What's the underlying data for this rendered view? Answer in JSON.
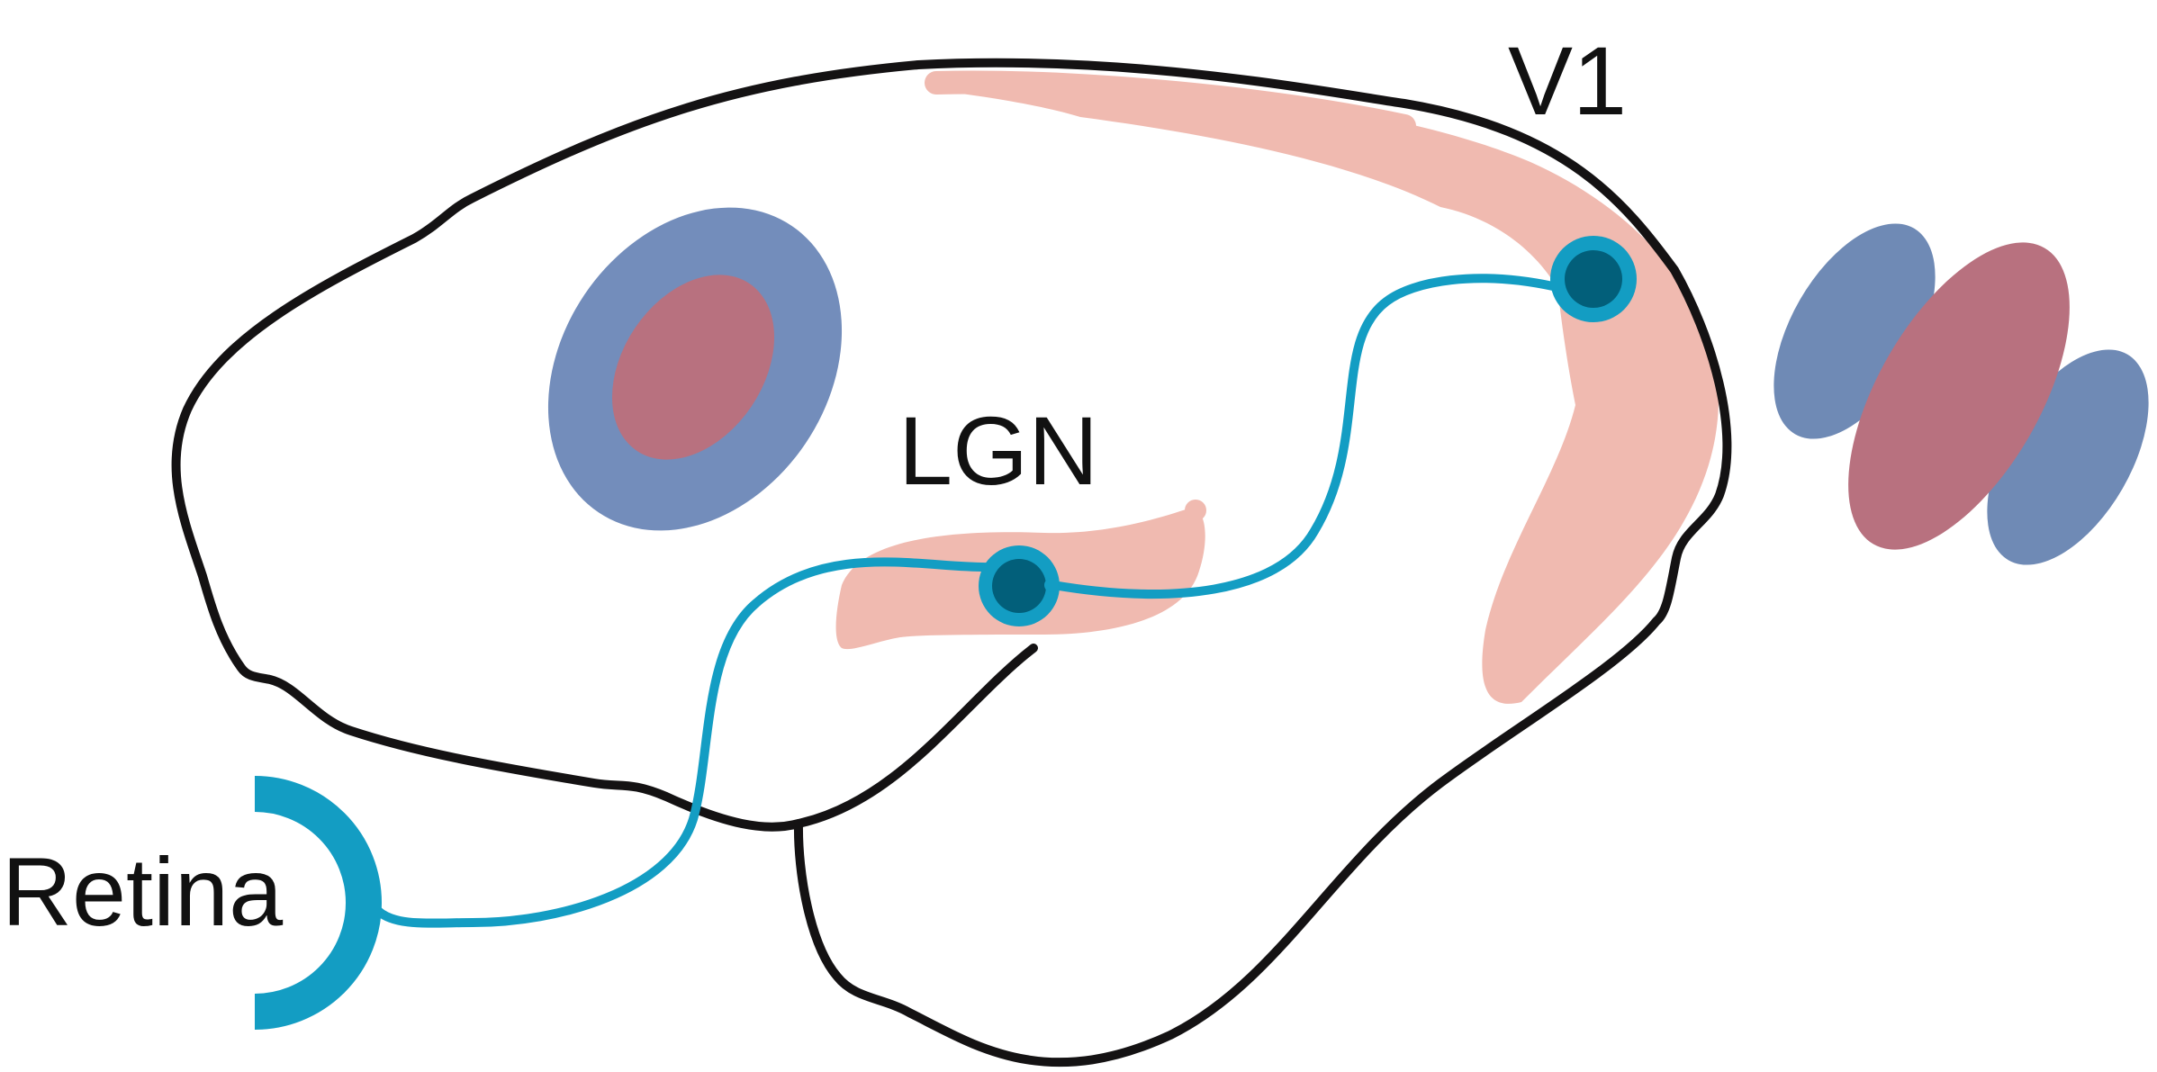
{
  "labels": {
    "v1": "V1",
    "lgn": "LGN",
    "retina": "Retina"
  },
  "colors": {
    "outline": "#141213",
    "pathway": "#139dc3",
    "neuron_core": "#025f7a",
    "region_fill": "#f0bab0",
    "field_blue": "#738dbb",
    "field_red": "#b8717f",
    "field_blue_side": "#6f8ab5"
  },
  "icons": {
    "retina": "retina-arc-icon",
    "neuron": "neuron-circle-icon",
    "receptive_field": "receptive-field-ellipse-icon"
  }
}
